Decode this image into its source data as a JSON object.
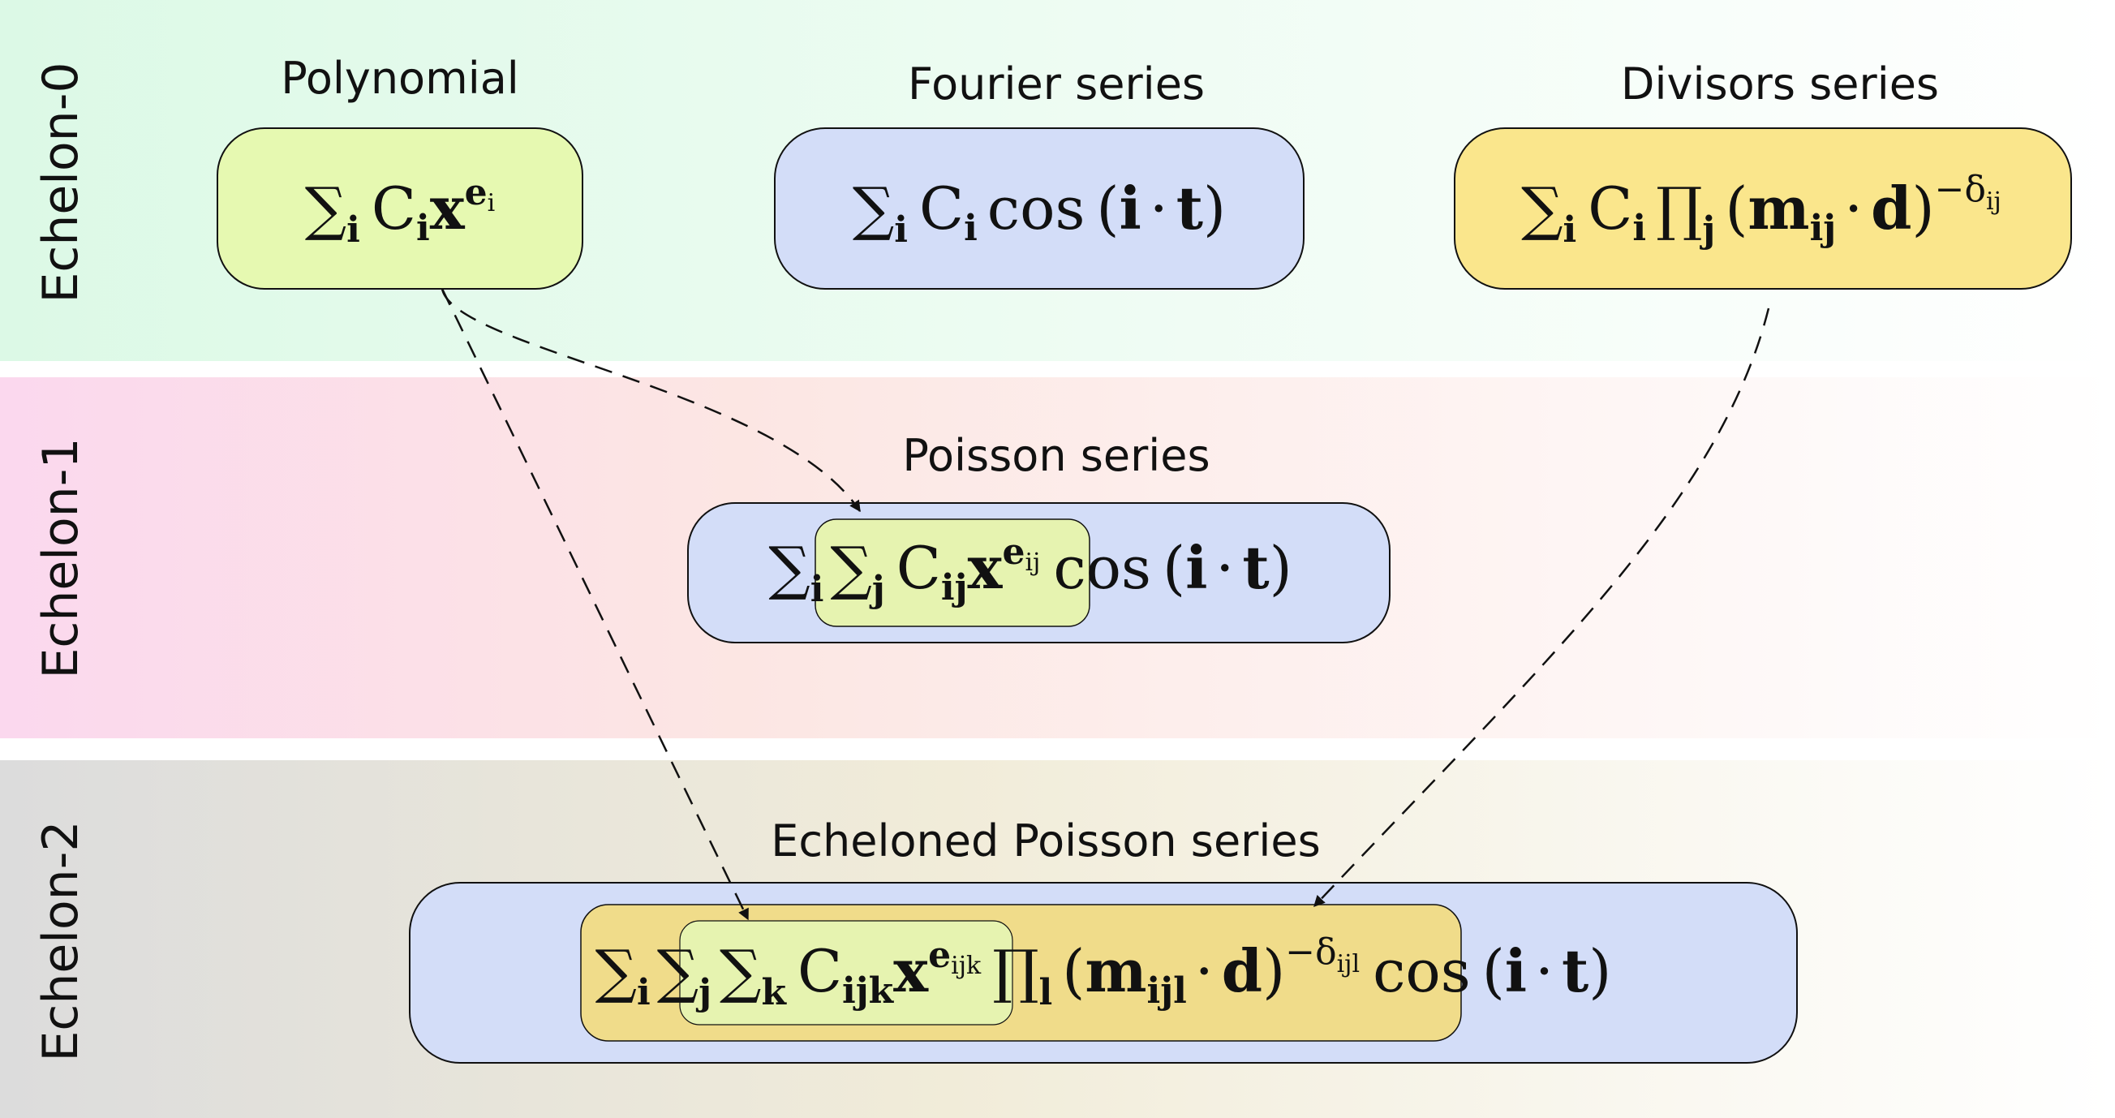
{
  "bands": [
    {
      "label": "Echelon-0",
      "color": "#dcf9e6"
    },
    {
      "label": "Echelon-1",
      "color": "#fbd8ee"
    },
    {
      "label": "Echelon-2",
      "color": "#dcdcdc"
    }
  ],
  "nodes": {
    "polynomial": {
      "title": "Polynomial",
      "fill": "#e6f9b1",
      "sum_sub": "i",
      "c": "C",
      "c_sub": "i",
      "x": "x",
      "exp": "e",
      "exp_sub": "i"
    },
    "fourier": {
      "title": "Fourier series",
      "fill": "#d3ddf8",
      "sum_sub": "i",
      "c": "C",
      "c_sub": "i",
      "cos": "cos",
      "arg_i": "i",
      "dot": "·",
      "arg_t": "t"
    },
    "divisors": {
      "title": "Divisors series",
      "fill": "#fae68c",
      "sum_sub": "i",
      "c": "C",
      "c_sub": "i",
      "prod_sub": "j",
      "m": "m",
      "m_sub": "ij",
      "dot": "·",
      "d": "d",
      "exp_minus": "−",
      "delta": "δ",
      "delta_sub": "ij"
    },
    "poisson": {
      "title": "Poisson series",
      "fill": "#d3ddf8",
      "inner_fill": "#e6f3b0",
      "sum_sub": "i",
      "inner_sum_sub": "j",
      "c": "C",
      "c_sub": "ij",
      "x": "x",
      "exp": "e",
      "exp_sub": "ij",
      "cos": "cos",
      "arg_i": "i",
      "dot": "·",
      "arg_t": "t"
    },
    "echeloned": {
      "title": "Echeloned Poisson series",
      "fill": "#d3ddf8",
      "mid_fill": "#f0dc8a",
      "inner_fill": "#e6f3b0",
      "sum_sub": "i",
      "mid_sum_sub": "j",
      "inner_sum_sub": "k",
      "c": "C",
      "c_sub": "ijk",
      "x": "x",
      "exp": "e",
      "exp_sub": "ijk",
      "prod_sub": "l",
      "m": "m",
      "m_sub": "ijl",
      "dot": "·",
      "d": "d",
      "exp_minus": "−",
      "delta": "δ",
      "delta_sub": "ijl",
      "cos": "cos",
      "arg_i": "i",
      "arg_t": "t"
    }
  },
  "symbols": {
    "sum": "∑",
    "prod": "∏",
    "lparen": "(",
    "rparen": ")"
  }
}
